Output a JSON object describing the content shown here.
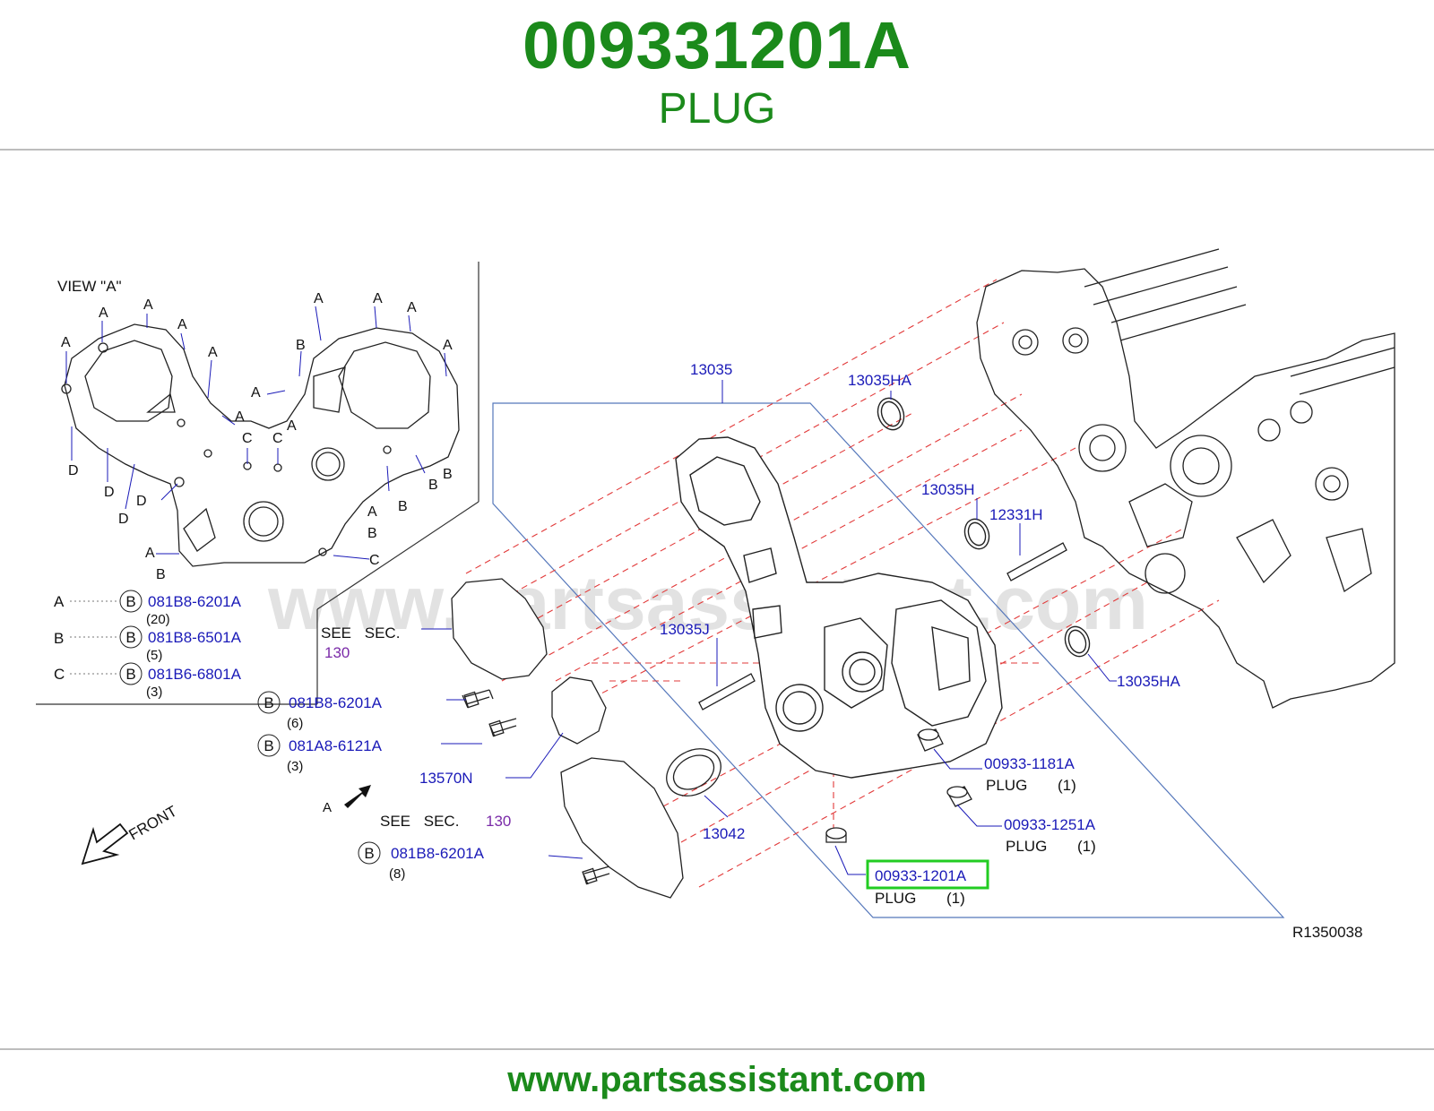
{
  "header": {
    "part_number": "009331201A",
    "part_name": "PLUG"
  },
  "footer": {
    "url": "www.partsassistant.com"
  },
  "watermark": "www.partsassistant.com",
  "diagram": {
    "ref_code": "R1350038",
    "view_title": "VIEW \"A\"",
    "see_sec": "SEE SEC.",
    "sec_num": "130",
    "front_label": "FRONT",
    "arrow_label": "A",
    "legend": [
      {
        "key": "A",
        "circle": "B",
        "part": "081B8-6201A",
        "qty": "(20)"
      },
      {
        "key": "B",
        "circle": "B",
        "part": "081B8-6501A",
        "qty": "(5)"
      },
      {
        "key": "C",
        "circle": "B",
        "part": "081B6-6801A",
        "qty": "(3)"
      }
    ],
    "bolts": [
      {
        "circle": "B",
        "part": "081B8-6201A",
        "qty": "(6)"
      },
      {
        "circle": "B",
        "part": "081A8-6121A",
        "qty": "(3)"
      },
      {
        "circle": "B",
        "part": "081B8-6201A",
        "qty": "(8)"
      }
    ],
    "parts": {
      "p13035": "13035",
      "p13035HA_top": "13035HA",
      "p13035H": "13035H",
      "p12331H": "12331H",
      "p13035J": "13035J",
      "p13035HA_right": "13035HA",
      "p13570N": "13570N",
      "p13042": "13042",
      "p1181": "00933-1181A",
      "p1251": "00933-1251A",
      "p1201": "00933-1201A"
    },
    "plug_label": "PLUG",
    "plug_qty": "(1)",
    "highlight_color": "#22cc22"
  }
}
